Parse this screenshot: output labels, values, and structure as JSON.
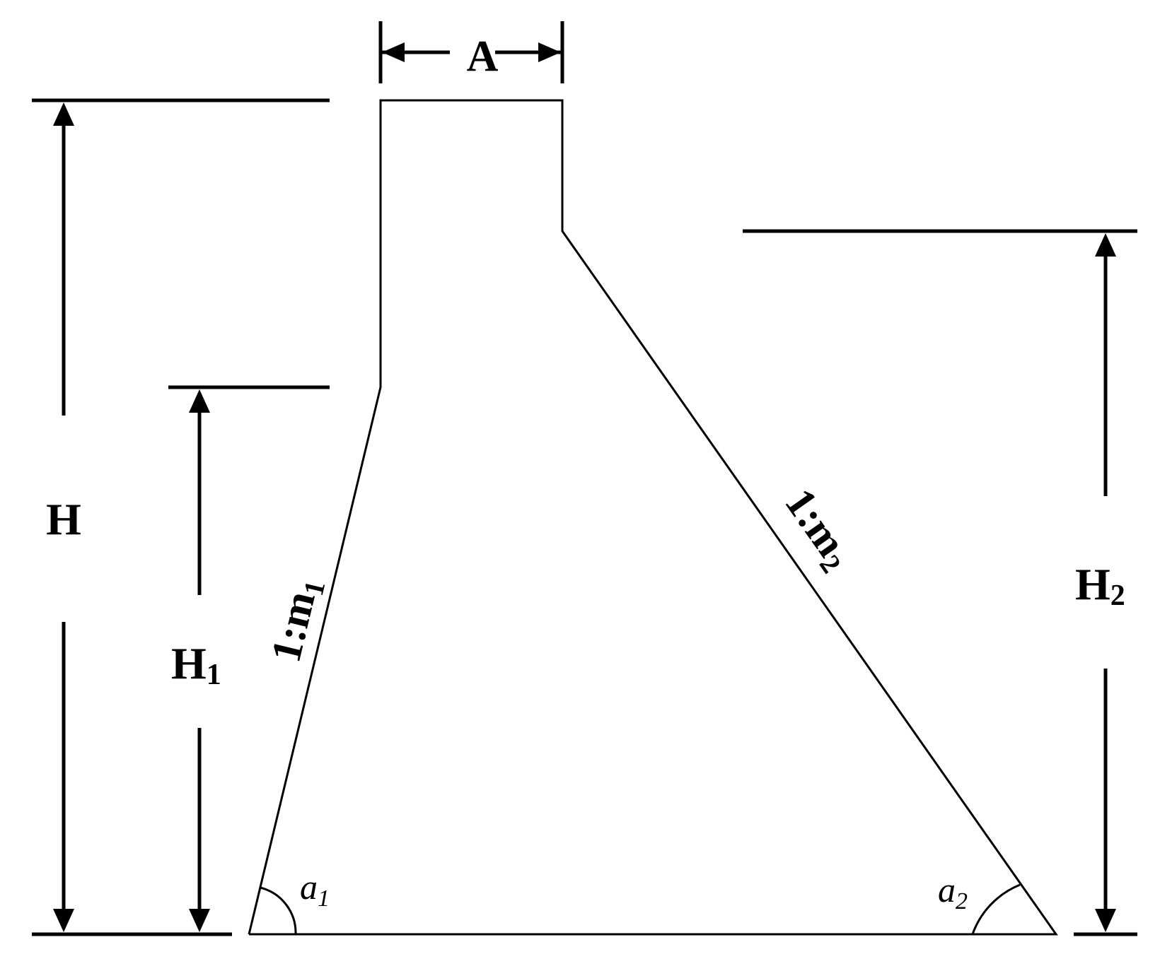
{
  "labels": {
    "top_width": "A",
    "total_height": "H",
    "lower_height": "H",
    "lower_height_sub": "1",
    "right_height": "H",
    "right_height_sub": "2",
    "left_slope": "1:m",
    "left_slope_sub": "1",
    "right_slope": "1:m",
    "right_slope_sub": "2",
    "left_angle": "a",
    "left_angle_sub": "1",
    "right_angle": "a",
    "right_angle_sub": "2"
  },
  "colors": {
    "stroke": "#000000",
    "background": "#ffffff"
  }
}
